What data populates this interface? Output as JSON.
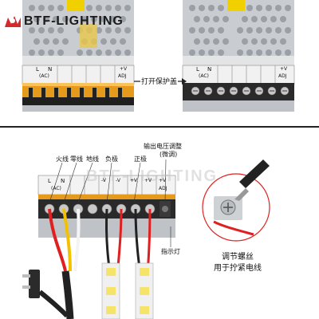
{
  "brand": {
    "name": "BTF-LIGHTING"
  },
  "top": {
    "open_cover_label": "打开保护盖",
    "terminal_labels_left": [
      "L",
      "N",
      "(AC)"
    ],
    "terminal_labels_right": [
      "+V",
      "ADJ"
    ]
  },
  "bottom": {
    "labels": {
      "live": "火线",
      "neutral": "零线",
      "ground": "地线",
      "negative": "负极",
      "positive": "正极",
      "voltage_adjust": "输出电压调整",
      "voltage_adjust_sub": "(微调)",
      "indicator": "指示灯",
      "screw_line1": "调节螺丝",
      "screw_line2": "用于拧紧电线"
    },
    "watermark": "BTF-LIGHTING",
    "terminal_labels": [
      "L",
      "N",
      "(AC)",
      "-V",
      "-V",
      "+V",
      "+V",
      "+V",
      "ADJ"
    ]
  },
  "colors": {
    "brand_red": "#d42a2a",
    "terminal_orange": "#e6a023",
    "wire_red": "#e02020",
    "wire_yellow": "#f2c200",
    "wire_white": "#f4f4f4",
    "wire_black": "#222222"
  }
}
